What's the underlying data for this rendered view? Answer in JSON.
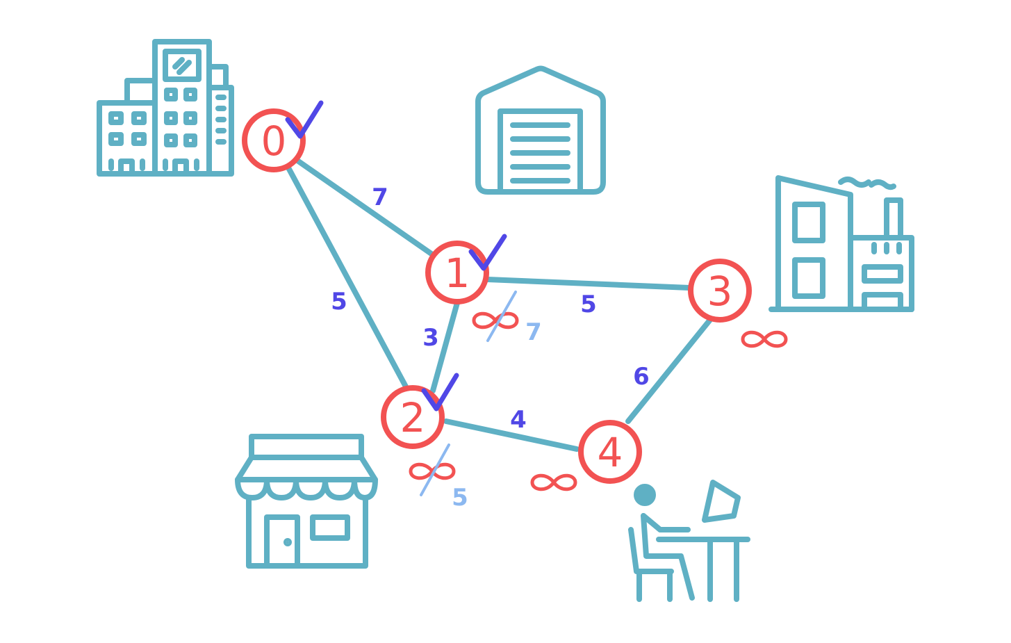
{
  "nodes": [
    {
      "id": "0",
      "label": "0",
      "visited": true
    },
    {
      "id": "1",
      "label": "1",
      "visited": true
    },
    {
      "id": "2",
      "label": "2",
      "visited": true
    },
    {
      "id": "3",
      "label": "3",
      "visited": false
    },
    {
      "id": "4",
      "label": "4",
      "visited": false
    }
  ],
  "edges": [
    {
      "from": "0",
      "to": "1",
      "weight": "7"
    },
    {
      "from": "0",
      "to": "2",
      "weight": "5"
    },
    {
      "from": "1",
      "to": "2",
      "weight": "3"
    },
    {
      "from": "1",
      "to": "3",
      "weight": "5"
    },
    {
      "from": "2",
      "to": "4",
      "weight": "4"
    },
    {
      "from": "3",
      "to": "4",
      "weight": "6"
    }
  ],
  "distances": {
    "1": {
      "old": "∞",
      "new": "7",
      "struck": true
    },
    "2": {
      "old": "∞",
      "new": "5",
      "struck": true
    },
    "3": {
      "old": "∞",
      "struck": false
    },
    "4": {
      "old": "∞",
      "struck": false
    }
  },
  "icons": [
    "office-building-icon",
    "warehouse-icon",
    "factory-icon",
    "shop-icon",
    "person-at-desk-icon"
  ],
  "colors": {
    "node": "#f25252",
    "edge": "#5fb0c4",
    "weight": "#5047e6",
    "updated": "#8cb8f0",
    "check": "#5047e6"
  }
}
